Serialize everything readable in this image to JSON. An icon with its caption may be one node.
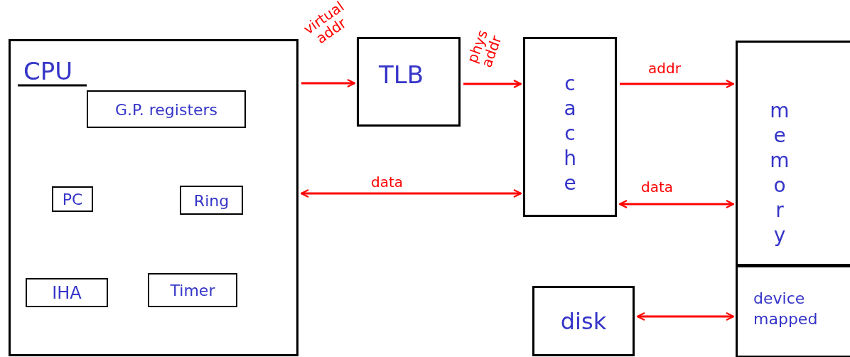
{
  "diagram": {
    "nodes": [
      {
        "text": [
          "CPU"
        ]
      },
      {
        "text": [
          "G.P. registers"
        ],
        "in": 0
      },
      {
        "text": [
          "PC"
        ],
        "in": 0
      },
      {
        "text": [
          "Ring"
        ],
        "in": 0
      },
      {
        "text": [
          "IHA"
        ],
        "in": 0
      },
      {
        "text": [
          "Timer"
        ],
        "in": 0
      },
      {
        "text": [
          "TLB"
        ]
      },
      {
        "text": [
          "cache"
        ]
      },
      {
        "text": [
          "memory"
        ]
      },
      {
        "text": [
          "disk"
        ]
      },
      {
        "text": [
          "device mapped"
        ]
      }
    ],
    "edges": [
      {
        "from": 0,
        "to": 6,
        "arrow": "to",
        "label": "virtual addr"
      },
      {
        "from": 6,
        "to": 7,
        "arrow": "to",
        "label": "phys addr"
      },
      {
        "from": 7,
        "to": 8,
        "arrow": "to",
        "label": "addr"
      },
      {
        "from": 0,
        "to": 7,
        "arrow": "both",
        "label": "data"
      },
      {
        "from": 7,
        "to": 8,
        "arrow": "both",
        "label": "data"
      },
      {
        "from": 9,
        "to": 10,
        "arrow": "both"
      }
    ]
  }
}
